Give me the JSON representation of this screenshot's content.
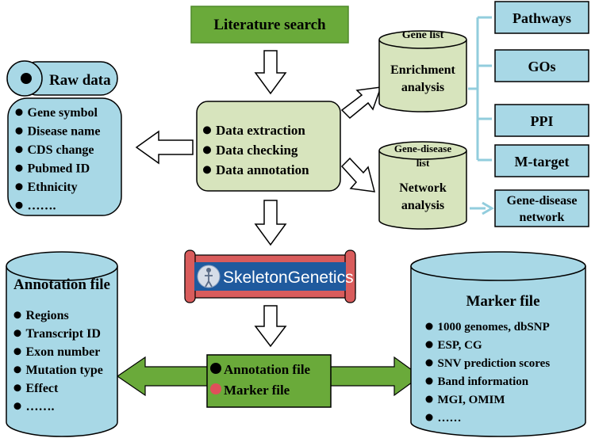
{
  "colors": {
    "green_dark": "#6aaa3a",
    "green_light": "#d7e4bd",
    "blue": "#a8d8e6",
    "blue_line": "#92cddd",
    "banner_red": "#d95c5c",
    "banner_blue": "#1f5a9e"
  },
  "literature_search": "Literature search",
  "raw_data": {
    "title": "Raw data",
    "items": [
      "Gene symbol",
      "Disease name",
      "CDS change",
      "Pubmed ID",
      "Ethnicity",
      "……."
    ]
  },
  "process": {
    "items": [
      "Data extraction",
      "Data checking",
      "Data annotation"
    ]
  },
  "gene_list": {
    "label": "Gene list",
    "body": [
      "Enrichment",
      "analysis"
    ]
  },
  "gene_disease": {
    "label": [
      "Gene-disease",
      "list"
    ],
    "body": [
      "Network",
      "analysis"
    ]
  },
  "enrichment_outputs": [
    "Pathways",
    "GOs",
    "PPI",
    "M-target"
  ],
  "network_output": [
    "Gene-disease",
    "network"
  ],
  "banner": "SkeletonGenetics",
  "annotation_file": {
    "title": "Annotation file",
    "items": [
      "Regions",
      "Transcript ID",
      "Exon number",
      "Mutation type",
      "Effect",
      "……."
    ]
  },
  "center_files": [
    "Annotation file",
    "Marker file"
  ],
  "marker_file": {
    "title": "Marker file",
    "items": [
      "1000 genomes, dbSNP",
      "ESP, CG",
      "SNV prediction scores",
      "Band information",
      "MGI, OMIM",
      "……"
    ]
  }
}
